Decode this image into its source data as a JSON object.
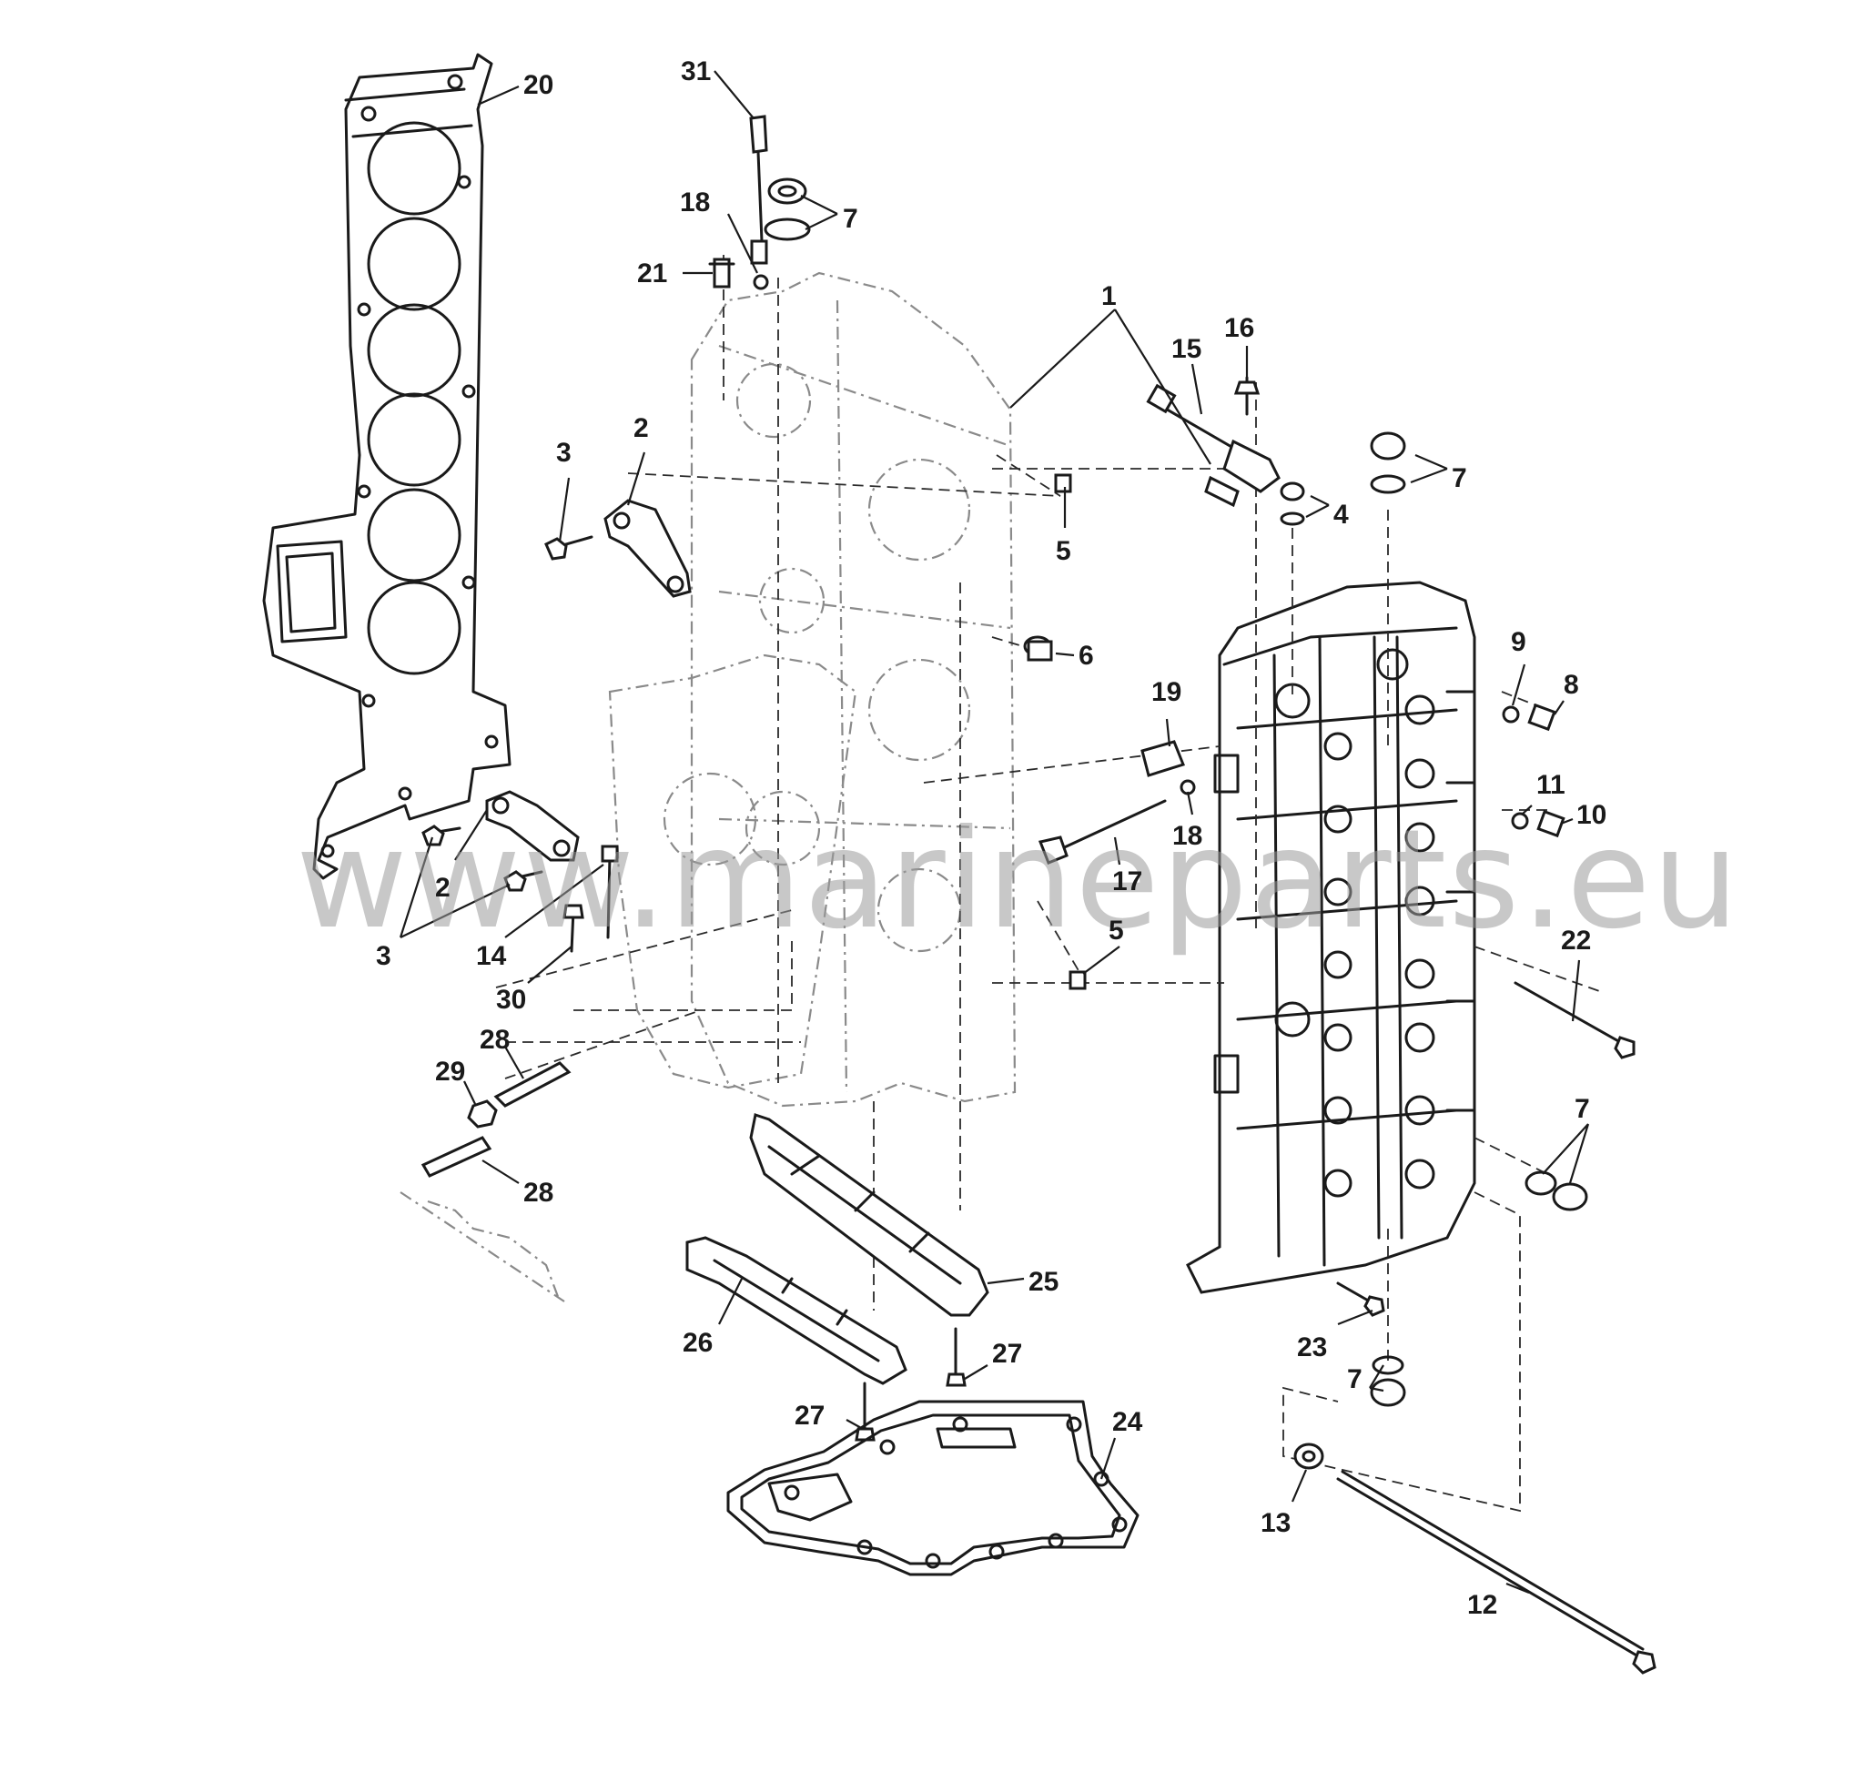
{
  "watermark": "www.marineparts.eu",
  "callouts": [
    "31",
    "20",
    "18",
    "7",
    "21",
    "1",
    "16",
    "15",
    "2",
    "3",
    "7",
    "4",
    "5",
    "6",
    "9",
    "8",
    "19",
    "11",
    "10",
    "18",
    "17",
    "2",
    "3",
    "14",
    "5",
    "22",
    "30",
    "28",
    "29",
    "28",
    "7",
    "25",
    "26",
    "27",
    "23",
    "27",
    "7",
    "24",
    "13",
    "12"
  ]
}
